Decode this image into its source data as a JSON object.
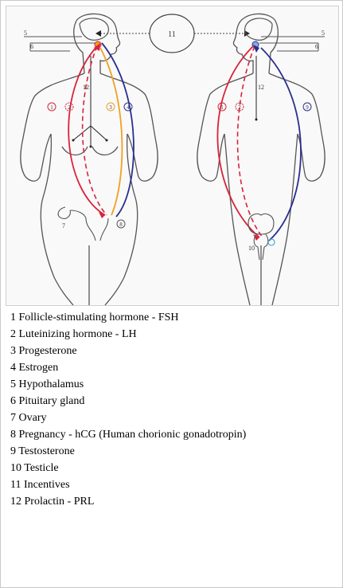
{
  "diagram": {
    "labels": {
      "incentives": "11",
      "prolactin_left": "12",
      "prolactin_right": "12",
      "hypothalamus_left": "5",
      "pituitary_left": "6",
      "hypothalamus_right": "5",
      "pituitary_right": "6",
      "ovary": "7",
      "hcg": "8",
      "testicle": "10",
      "fsh_female": "1",
      "lh_female": "2",
      "progesterone": "3",
      "estrogen": "4",
      "fsh_male": "1",
      "lh_male": "2",
      "testosterone": "9"
    },
    "colors": {
      "fsh": "#d9233a",
      "lh": "#d9233a",
      "progesterone": "#f0a020",
      "estrogen": "#2a2f8f",
      "testosterone": "#2a2f8f",
      "outline": "#555555"
    }
  },
  "legend": [
    "1 Follicle-stimulating hormone - FSH",
    "2 Luteinizing hormone - LH",
    "3 Progesterone",
    "4 Estrogen",
    "5 Hypothalamus",
    "6 Pituitary gland",
    "7 Ovary",
    "8 Pregnancy - hCG (Human chorionic gonadotropin)",
    "9 Testosterone",
    "10 Testicle",
    "11 Incentives",
    "12 Prolactin - PRL"
  ]
}
